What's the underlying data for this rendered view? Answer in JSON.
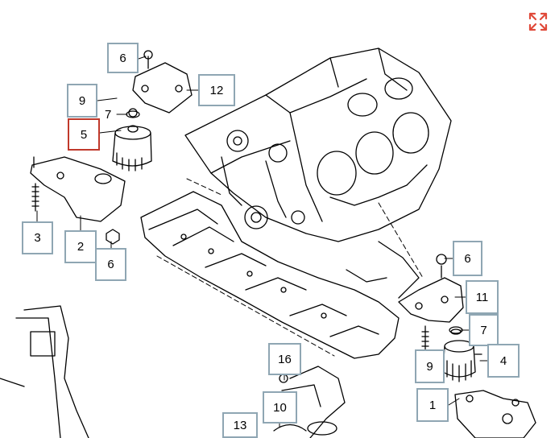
{
  "colors": {
    "callout_border": "#8fa6b3",
    "selected_border": "#c0392b",
    "expand_icon": "#e04a3a",
    "line": "#000000"
  },
  "icons": {
    "expand": "expand-icon"
  },
  "callouts": {
    "c6a": "6",
    "c12": "12",
    "c9a": "9",
    "c7a": "7",
    "c5": "5",
    "c3": "3",
    "c2": "2",
    "c6b": "6",
    "c6c": "6",
    "c11": "11",
    "c7b": "7",
    "c9b": "9",
    "c4": "4",
    "c1": "1",
    "c16": "16",
    "c10": "10",
    "c13": "13"
  },
  "selected": "5"
}
